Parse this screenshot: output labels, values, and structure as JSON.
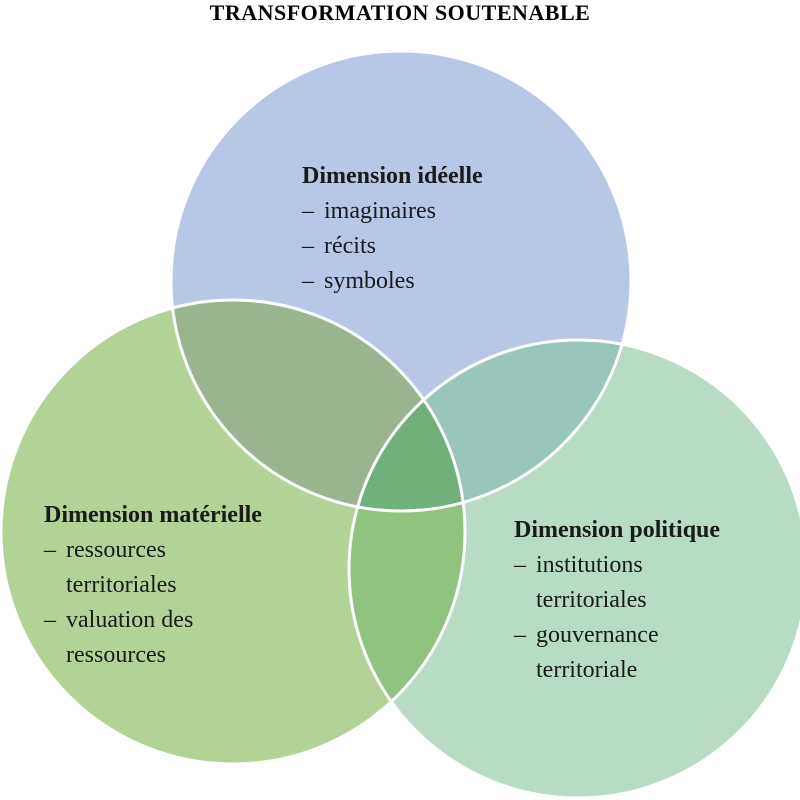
{
  "title": "TRANSFORMATION SOUTENABLE",
  "colors": {
    "ideal_fill": "#b8c7e6",
    "material_fill": "#b3d396",
    "political_fill": "#b7dcc3",
    "ideal_material_overlap": "#9ab48f",
    "ideal_political_overlap": "#98c6bb",
    "material_political_overlap": "#8fc47f",
    "center_overlap": "#6fb07b",
    "outline": "#ffffff"
  },
  "circles": {
    "ideal": {
      "heading": "Dimension idéelle",
      "items": [
        {
          "line1": "imaginaires"
        },
        {
          "line1": "récits"
        },
        {
          "line1": "symboles"
        }
      ]
    },
    "material": {
      "heading": "Dimension matérielle",
      "items": [
        {
          "line1": "ressources",
          "line2": "territoriales"
        },
        {
          "line1": "valuation des",
          "line2": "ressources"
        }
      ]
    },
    "political": {
      "heading": "Dimension politique",
      "items": [
        {
          "line1": "institutions",
          "line2": "territoriales"
        },
        {
          "line1": "gouvernance",
          "line2": "territoriale"
        }
      ]
    }
  },
  "bullet_glyph": "–"
}
